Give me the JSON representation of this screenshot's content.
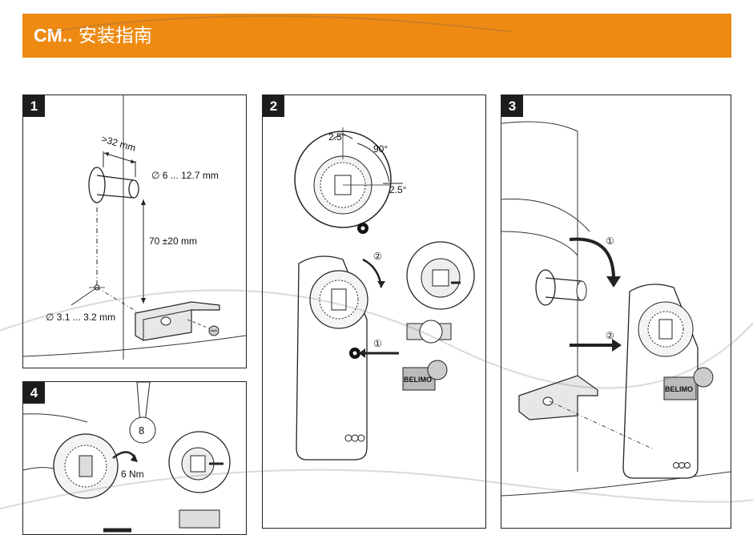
{
  "header": {
    "title_bold": "CM..",
    "title_rest": " 安装指南",
    "bar_color": "#ee8a12"
  },
  "panels": [
    {
      "step": "1",
      "labels": {
        "length": ">32 mm",
        "shaft_dia": "∅ 6 ... 12.7 mm",
        "height": "70 ±20 mm",
        "hole_dia": "∅ 3.1 ... 3.2 mm"
      }
    },
    {
      "step": "2",
      "labels": {
        "angle1": "2.5°",
        "angle2": "90°",
        "angle3": "2.5°",
        "n1": "②",
        "n2": "①",
        "brand": "BELIMO"
      }
    },
    {
      "step": "3",
      "labels": {
        "n1": "①",
        "n2": "②",
        "brand": "BELIMO"
      }
    },
    {
      "step": "4",
      "labels": {
        "wrench": "8",
        "torque": "6 Nm"
      }
    }
  ],
  "icons": [
    "lock-icon",
    "rotate-arrow-icon",
    "push-arrow-icon",
    "screw-icon"
  ]
}
